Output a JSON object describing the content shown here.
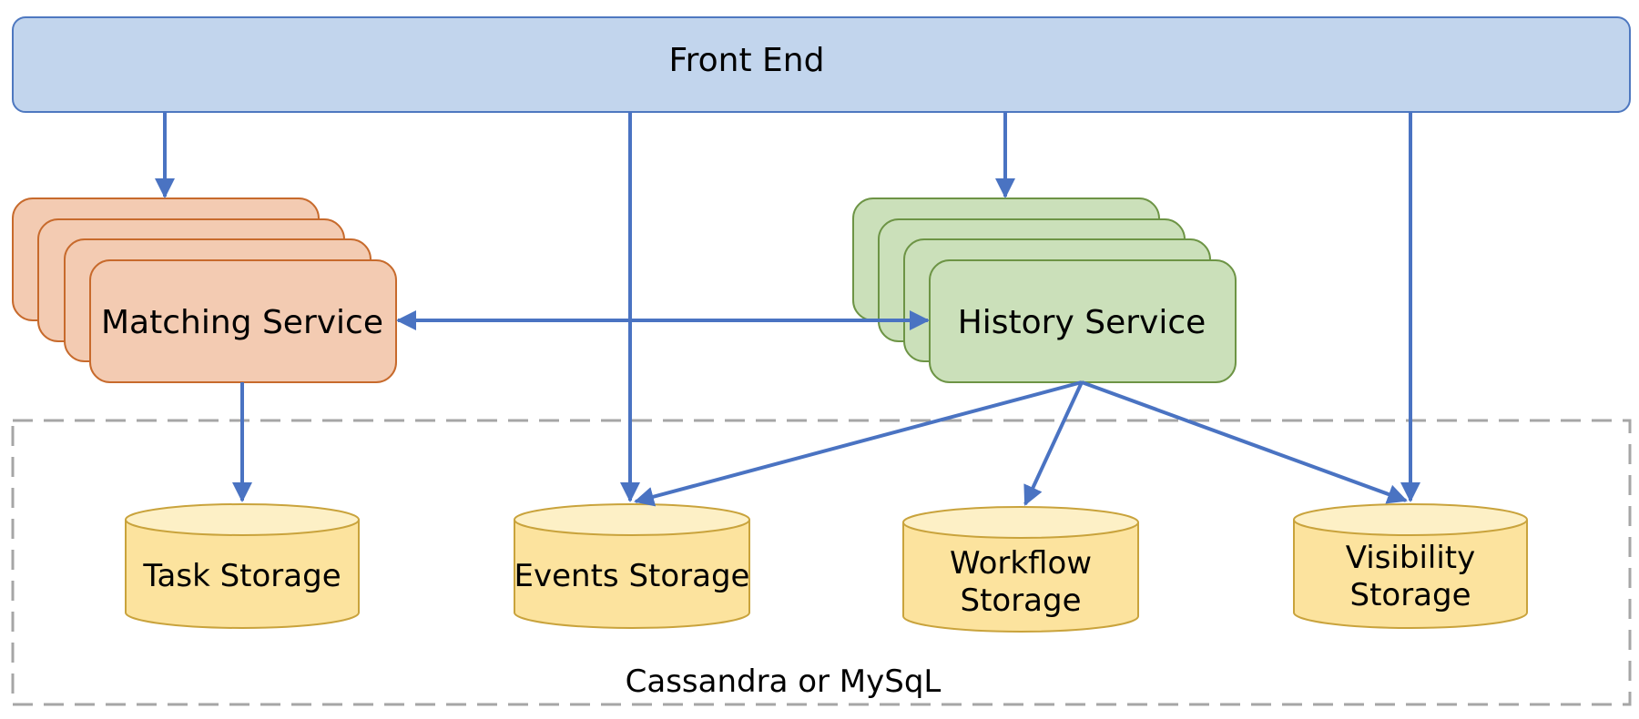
{
  "colors": {
    "front_end_fill": "#c2d5ed",
    "front_end_stroke": "#4e78c0",
    "matching_fill": "#f3cbb2",
    "matching_stroke": "#c76a2c",
    "history_fill": "#cbe0ba",
    "history_stroke": "#6d9445",
    "storage_fill": "#fce39e",
    "storage_top_fill": "#fdf0c6",
    "storage_stroke": "#c9a33c",
    "arrow": "#4a73c2",
    "dashed_border": "#a6a6a6"
  },
  "front_end": {
    "label": "Front End"
  },
  "matching_service": {
    "label": "Matching Service"
  },
  "history_service": {
    "label": "History Service"
  },
  "storage_group": {
    "label": "Cassandra or MySqL"
  },
  "storages": {
    "task": {
      "line1": "Task Storage"
    },
    "events": {
      "line1": "Events Storage"
    },
    "workflow": {
      "line1": "Workflow",
      "line2": "Storage"
    },
    "visibility": {
      "line1": "Visibility",
      "line2": "Storage"
    }
  }
}
